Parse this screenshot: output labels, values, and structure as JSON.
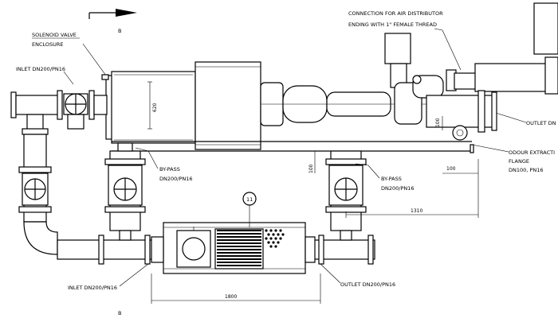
{
  "labels": {
    "section_marker_top": "B",
    "section_marker_bottom": "B",
    "solenoid_valve": "SOLENOID VALVE",
    "enclosure": "ENCLOSURE",
    "inlet_top": "INLET DN200/PN16",
    "air_distributor_line1": "CONNECTION FOR AIR DISTRIBUTOR",
    "air_distributor_line2": "ENDING WITH 1\" FEMALE THREAD",
    "outlet_right": "OUTLET DN",
    "odour_line1": "ODOUR EXTRACTI",
    "odour_line2": "FLANGE",
    "odour_line3": "DN100, PN16",
    "bypass_left_line1": "BY-PASS",
    "bypass_left_line2": "DN200/PN16",
    "bypass_right_line1": "BY-PASS",
    "bypass_right_line2": "DN200/PN16",
    "inlet_bottom": "INLET DN200/PN16",
    "outlet_bottom": "OUTLET DN200/PN16",
    "item_number": "11"
  },
  "dimensions": {
    "height_620": "620",
    "d_100_vertical": "100",
    "d_100_left": "100",
    "d_100_right": "100",
    "d_1310": "1310",
    "d_1800": "1800"
  }
}
